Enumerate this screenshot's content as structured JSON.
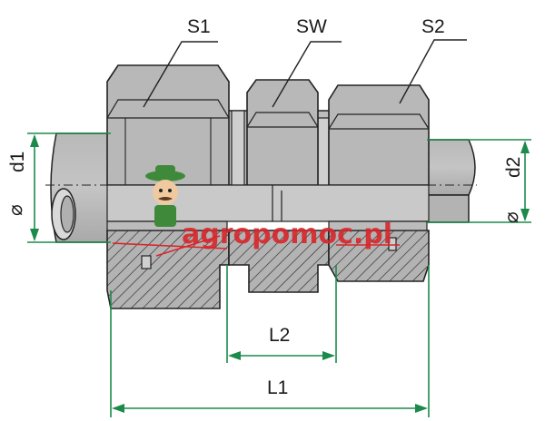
{
  "labels": {
    "s1": "S1",
    "sw": "SW",
    "s2": "S2",
    "d1": "d1",
    "d2": "d2",
    "diameter_symbol": "⌀",
    "l1": "L1",
    "l2": "L2"
  },
  "watermark": {
    "text": "agropomoc.pl",
    "logo": "farmer-mascot-icon"
  },
  "colors": {
    "body_fill": "#b3b3b3",
    "body_light": "#cfcfcf",
    "dimension_line": "#1b8a4a",
    "outline": "#222222",
    "section_red": "#d8262b",
    "watermark_red": "#d8262b"
  }
}
